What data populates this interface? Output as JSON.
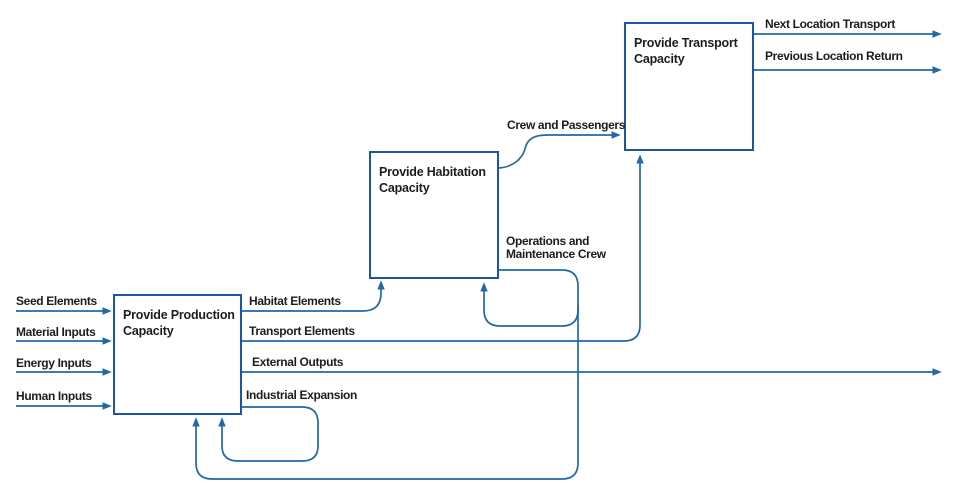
{
  "colors": {
    "background": "#ffffff",
    "line": "#2368a7",
    "box_border": "#1b55a3",
    "box_fill": "#ffffff",
    "label_text": "#1d1d1f"
  },
  "boxes": {
    "production": {
      "label": "Provide Production\nCapacity"
    },
    "habitation": {
      "label": "Provide Habitation\nCapacity"
    },
    "transport": {
      "label": "Provide Transport\nCapacity"
    }
  },
  "labels": {
    "seed_elements": "Seed Elements",
    "material_inputs": "Material Inputs",
    "energy_inputs": "Energy Inputs",
    "human_inputs": "Human Inputs",
    "habitat_elements": "Habitat Elements",
    "transport_elements": "Transport Elements",
    "external_outputs": "External Outputs",
    "industrial_expansion": "Industrial Expansion",
    "crew_and_passengers": "Crew and Passengers",
    "operations_and_maintenance_crew": "Operations and\nMaintenance Crew",
    "next_location_transport": "Next Location Transport",
    "previous_location_return": "Previous Location Return"
  }
}
